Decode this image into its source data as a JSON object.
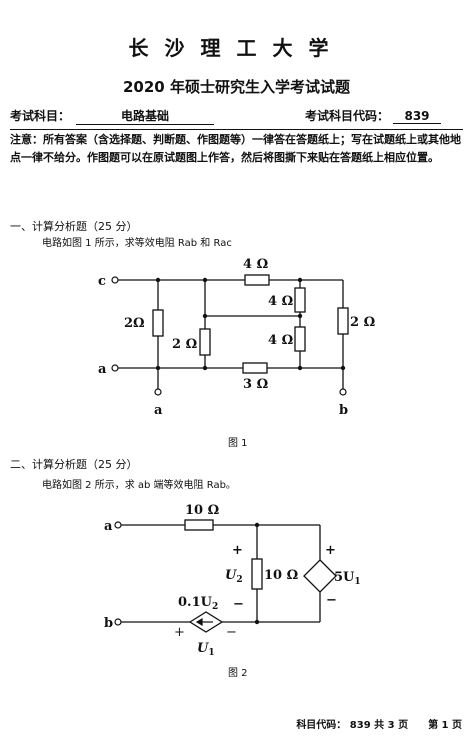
{
  "header": {
    "university": "长沙理工大学",
    "exam_title": "2020 年硕士研究生入学考试试题",
    "subject_label": "考试科目：",
    "subject_value": "电路基础",
    "code_label": "考试科目代码：",
    "code_value": "839"
  },
  "notice": "注意：所有答案（含选择题、判断题、作图题等）一律答在答题纸上；写在试题纸上或其他地点一律不给分。作图题可以在原试题图上作答，然后将图撕下来贴在答题纸上相应位置。",
  "q1": {
    "heading": "一、计算分析题（25 分）",
    "prompt": "电路如图 1 所示，求等效电阻 Rab 和 Rac",
    "figure": {
      "caption": "图 1",
      "node_c": "c",
      "node_a": "a",
      "node_a_bottom": "a",
      "node_b": "b",
      "r_left": "2Ω",
      "r_mid": "2 Ω",
      "r_top": "4 Ω",
      "r_upper_right": "4 Ω",
      "r_lower_right": "4 Ω",
      "r_bottom": "3 Ω",
      "r_far_right": "2 Ω"
    }
  },
  "q2": {
    "heading": "二、计算分析题（25 分）",
    "prompt": "电路如图 2 所示，求 ab 端等效电阻 Rab。",
    "figure": {
      "caption": "图 2",
      "node_a": "a",
      "node_b": "b",
      "r_top": "10 Ω",
      "r_mid": "10 Ω",
      "u2_label": "U",
      "u2_sub": "2",
      "plus": "+",
      "minus": "−",
      "dep_vsrc_coef": "5U",
      "dep_vsrc_sub": "1",
      "ccs_coef": "0.1U",
      "ccs_sub": "2",
      "u1_label": "U",
      "u1_sub": "1"
    }
  },
  "footer": "科目代码： 839 共 3 页　　第 1 页"
}
